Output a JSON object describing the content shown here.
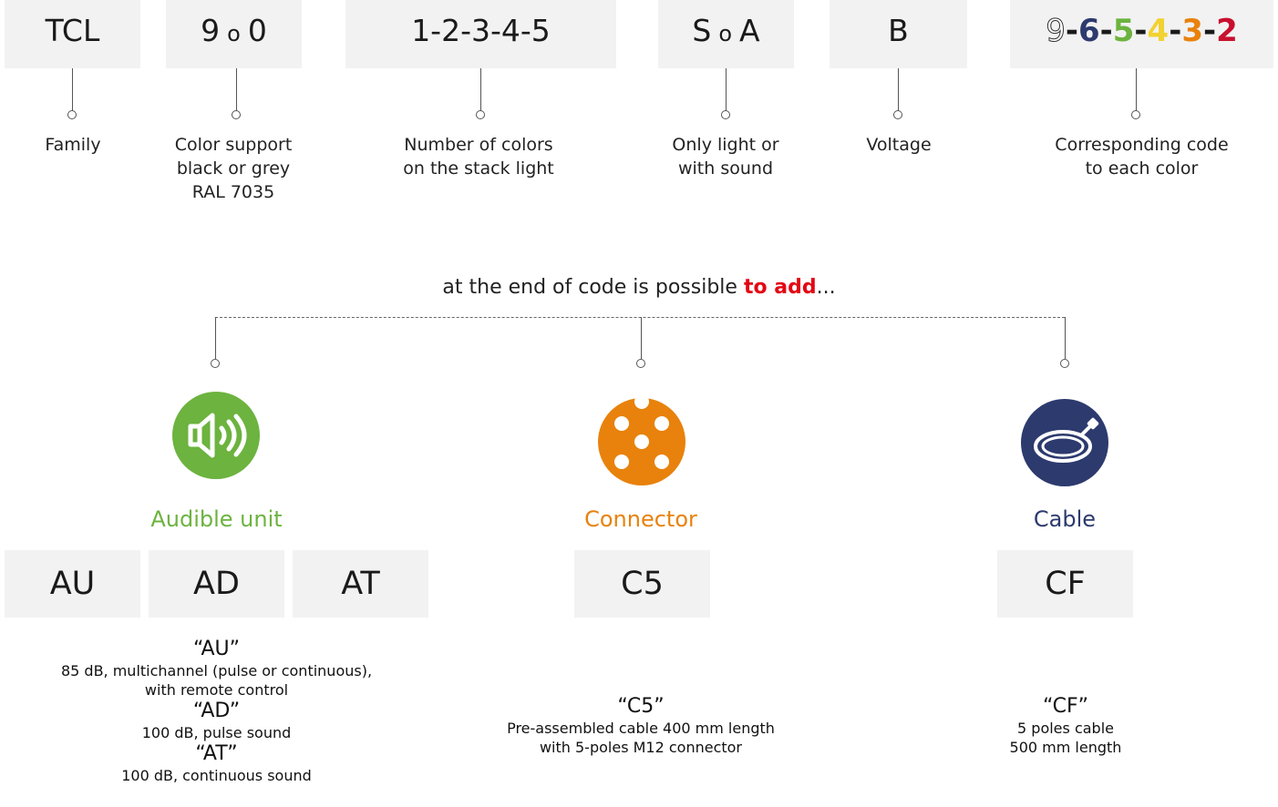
{
  "top_codes": [
    {
      "code": "TCL",
      "label": "Family"
    },
    {
      "code_left": "9",
      "code_mid": "o",
      "code_right": "0",
      "label": "Color support\nblack or grey\nRAL 7035"
    },
    {
      "code": "1-2-3-4-5",
      "label": "Number of colors\non the stack light"
    },
    {
      "code_left": "S",
      "code_mid": "o",
      "code_right": "A",
      "label": "Only light or\nwith sound"
    },
    {
      "code": "B",
      "label": "Voltage"
    },
    {
      "label": "Corresponding code\nto each color"
    }
  ],
  "color_code": [
    {
      "char": "9",
      "color": "#ffffff",
      "outline": "#333333"
    },
    {
      "char": "-",
      "color": "#1a1a1a"
    },
    {
      "char": "6",
      "color": "#2d3a6e"
    },
    {
      "char": "-",
      "color": "#1a1a1a"
    },
    {
      "char": "5",
      "color": "#6cb33f"
    },
    {
      "char": "-",
      "color": "#1a1a1a"
    },
    {
      "char": "4",
      "color": "#f2d230"
    },
    {
      "char": "-",
      "color": "#1a1a1a"
    },
    {
      "char": "3",
      "color": "#e8820c"
    },
    {
      "char": "-",
      "color": "#1a1a1a"
    },
    {
      "char": "2",
      "color": "#c8102e"
    }
  ],
  "headline": {
    "before": "at the end of code is possible ",
    "highlight": "to add",
    "after": "..."
  },
  "categories": [
    {
      "title": "Audible unit",
      "color": "#6cb33f",
      "icon": "speaker-icon"
    },
    {
      "title": "Connector",
      "color": "#e8820c",
      "icon": "connector-icon"
    },
    {
      "title": "Cable",
      "color": "#2d3a6e",
      "icon": "cable-icon"
    }
  ],
  "option_codes": [
    "AU",
    "AD",
    "AT",
    "C5",
    "CF"
  ],
  "descriptions": {
    "audible": [
      {
        "code": "“AU”",
        "text": "85 dB, multichannel (pulse or continuous),\nwith remote control"
      },
      {
        "code": "“AD”",
        "text": "100 dB, pulse sound"
      },
      {
        "code": "“AT”",
        "text": "100 dB, continuous sound"
      }
    ],
    "connector": {
      "code": "“C5”",
      "text": "Pre-assembled cable 400 mm length\nwith 5-poles M12 connector"
    },
    "cable": {
      "code": "“CF”",
      "text": "5 poles cable\n500 mm length"
    }
  }
}
